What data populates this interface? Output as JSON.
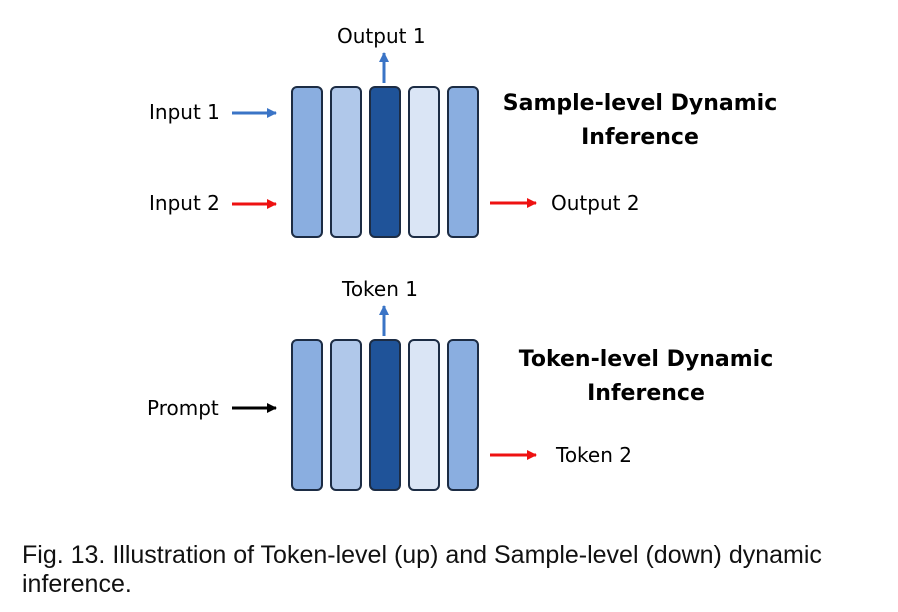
{
  "colors": {
    "layer_shades": [
      "#8aaee0",
      "#b0c8ea",
      "#1f5399",
      "#dae5f5",
      "#8aaee0"
    ],
    "layer_border": "#1c2c44",
    "arrow_blue": "#3a74c6",
    "arrow_red": "#ee1111",
    "arrow_black": "#000000"
  },
  "top_panel": {
    "title_line1": "Sample-level Dynamic",
    "title_line2": "Inference",
    "input1": "Input 1",
    "input2": "Input 2",
    "output1": "Output 1",
    "output2": "Output 2"
  },
  "bottom_panel": {
    "title_line1": "Token-level Dynamic",
    "title_line2": "Inference",
    "prompt": "Prompt",
    "token1": "Token 1",
    "token2": "Token 2"
  },
  "caption": "Fig. 13. Illustration of Token-level (up) and Sample-level (down) dynamic inference."
}
